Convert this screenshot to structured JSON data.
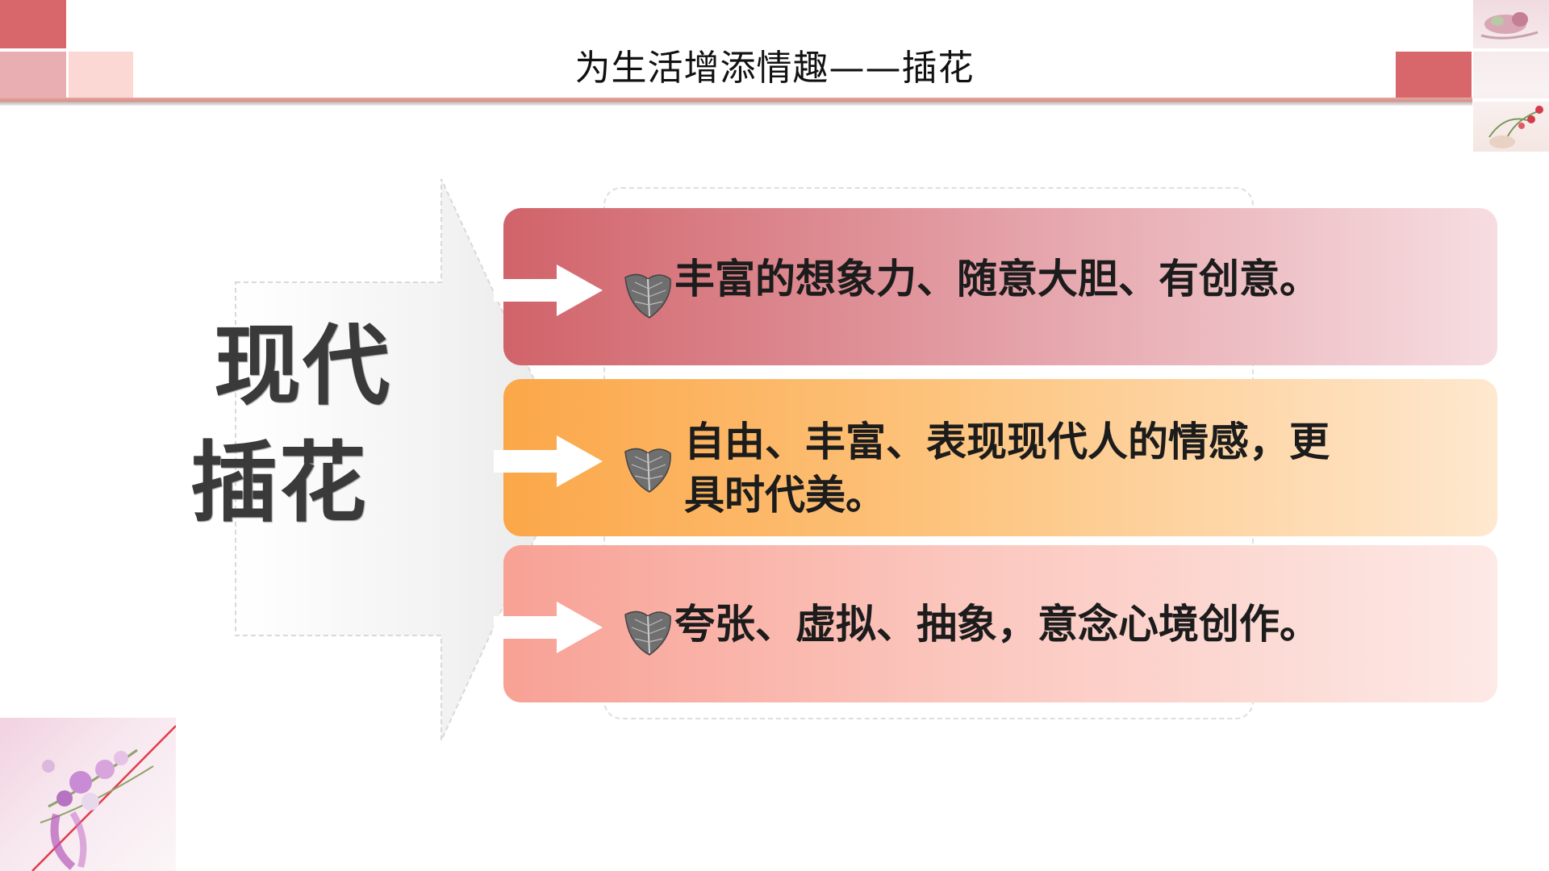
{
  "header": {
    "title": "为生活增添情趣——插花"
  },
  "main_label": {
    "line1": "现代",
    "line2": "插花"
  },
  "items": [
    {
      "text": "丰富的想象力、随意大胆、有创意。"
    },
    {
      "line1": "自由、丰富、表现现代人的情感，更",
      "line2": "具时代美。"
    },
    {
      "text": "夸张、虚拟、抽象，意念心境创作。"
    }
  ],
  "icons": {
    "bullet": "leaf-icon",
    "pointer": "arrow-right-icon"
  },
  "colors": {
    "accent_red": "#d1636a",
    "accent_orange": "#fba749",
    "accent_salmon": "#f8a195",
    "header_square_dark": "#d8676c",
    "header_square_light": "#e9aeb1"
  }
}
